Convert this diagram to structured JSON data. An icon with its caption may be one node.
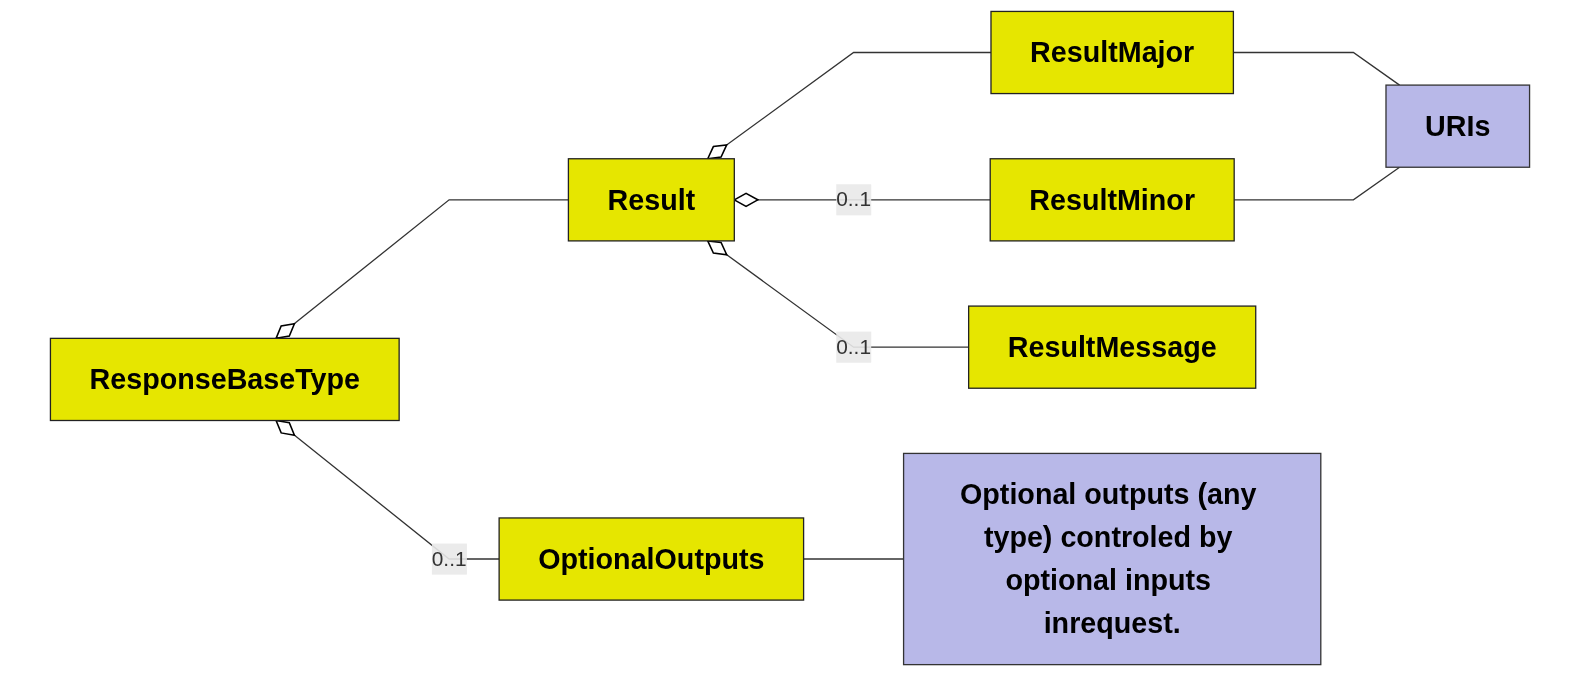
{
  "diagram": {
    "nodes": [
      {
        "text": [
          "ResponseBaseType"
        ]
      },
      {
        "text": [
          "Result"
        ]
      },
      {
        "text": [
          "OptionalOutputs"
        ]
      },
      {
        "text": [
          "ResultMajor"
        ]
      },
      {
        "text": [
          "ResultMinor"
        ]
      },
      {
        "text": [
          "ResultMessage"
        ]
      },
      {
        "text": [
          "URIs"
        ]
      },
      {
        "text": [
          "Optional outputs (any type) controled by optional inputs inrequest."
        ]
      }
    ],
    "edges": [
      {
        "from": 0,
        "to": 1,
        "arrow": "other"
      },
      {
        "from": 0,
        "to": 2,
        "arrow": "other",
        "label": "0..1"
      },
      {
        "from": 1,
        "to": 3,
        "arrow": "other"
      },
      {
        "from": 1,
        "to": 4,
        "arrow": "other",
        "label": "0..1"
      },
      {
        "from": 1,
        "to": 5,
        "arrow": "other",
        "label": "0..1"
      },
      {
        "from": 3,
        "to": 6,
        "arrow": "none"
      },
      {
        "from": 4,
        "to": 6,
        "arrow": "none"
      },
      {
        "from": 2,
        "to": 7,
        "arrow": "none"
      }
    ]
  }
}
